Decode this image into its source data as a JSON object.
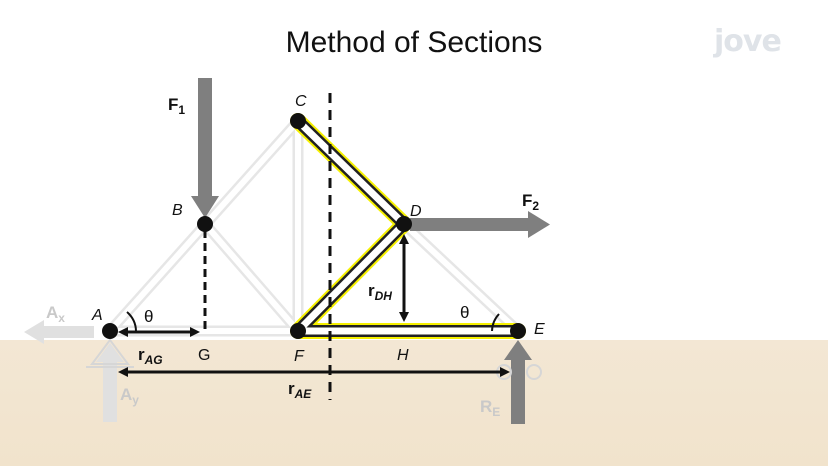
{
  "title": "Method of Sections",
  "logo": "jove",
  "nodes": {
    "A": "A",
    "B": "B",
    "C": "C",
    "D": "D",
    "E": "E",
    "F": "F",
    "G": "G",
    "H": "H"
  },
  "forces": {
    "F1": {
      "main": "F",
      "sub": "1"
    },
    "F2": {
      "main": "F",
      "sub": "2"
    },
    "Ax": {
      "main": "A",
      "sub": "x"
    },
    "Ay": {
      "main": "A",
      "sub": "y"
    },
    "RE": {
      "main": "R",
      "sub": "E"
    }
  },
  "distances": {
    "rAG": {
      "main": "r",
      "sub": "AG"
    },
    "rDH": {
      "main": "r",
      "sub": "DH"
    },
    "rAE": {
      "main": "r",
      "sub": "AE"
    }
  },
  "angle_symbol": "θ",
  "colors": {
    "highlight": "#f5f000",
    "member_fill": "#ffffff",
    "arrow": "#7f7f7f",
    "ground": "#f2e4cf"
  }
}
